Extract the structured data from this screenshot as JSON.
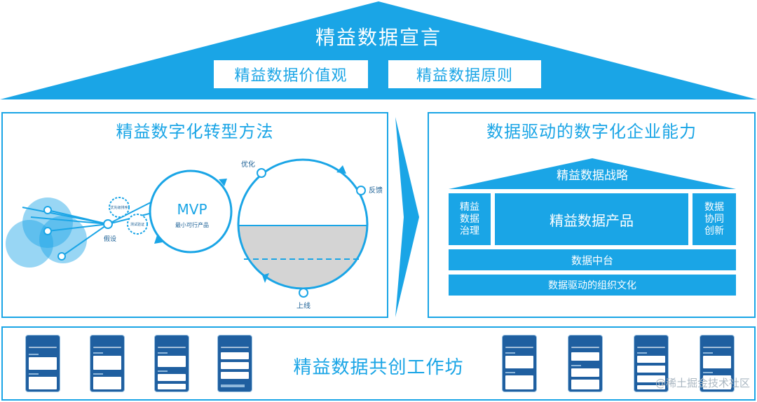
{
  "roof": {
    "title": "精益数据宣言",
    "box_left": "精益数据价值观",
    "box_right": "精益数据原则"
  },
  "left_panel": {
    "title": "精益数字化转型方法",
    "mvp_title": "MVP",
    "mvp_subtitle": "最小可行产品",
    "hypothesis": "假设",
    "prioritize": "优先级排序",
    "test_verify": "测试验证",
    "optimize": "优化",
    "feedback": "反馈",
    "launch": "上线"
  },
  "right_panel": {
    "title": "数据驱动的数字化企业能力",
    "strategy": "精益数据战略",
    "governance": "精益数据治理",
    "product": "精益数据产品",
    "innovation": "数据协同创新",
    "middle_platform": "数据中台",
    "culture": "数据驱动的组织文化"
  },
  "bottom": {
    "title": "精益数据共创工作坊",
    "watermark": "@稀土掘金技术社区"
  },
  "colors": {
    "primary": "#1aa5e6",
    "card": "#1f5fa0",
    "water": "#d4d4d4"
  }
}
